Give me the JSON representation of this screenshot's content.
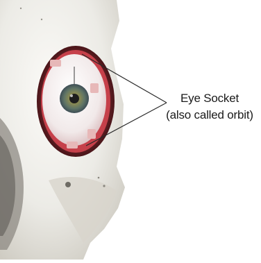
{
  "annotation": {
    "title": "Eye Socket",
    "subtitle": "(also called orbit)"
  },
  "colors": {
    "bone": "#ecebe6",
    "bone_shadow": "#c9c6bd",
    "muscle": "#c6404a",
    "sclera": "#f3eeee",
    "iris": "#6b7a5c",
    "pupil": "#1d1d1d",
    "pointer_line": "#2a2a2a"
  },
  "icons": [
    "skull-illustration",
    "eyeball-illustration",
    "pointer-lines"
  ]
}
